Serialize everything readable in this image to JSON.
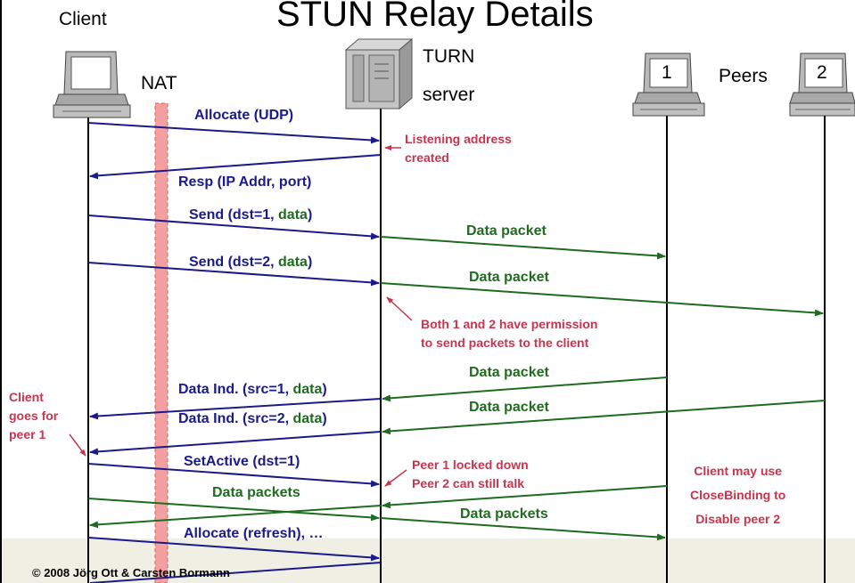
{
  "title": "STUN Relay Details",
  "labels": {
    "client": "Client",
    "nat": "NAT",
    "turn_line1": "TURN",
    "turn_line2": "server",
    "peers": "Peers",
    "peer1": "1",
    "peer2": "2"
  },
  "messages": {
    "allocate_udp": "Allocate (UDP)",
    "resp": "Resp (IP Addr, port)",
    "send1_prefix": "Send (dst=1, ",
    "send1_data": "data",
    "send1_suffix": ")",
    "send2_prefix": "Send (dst=2, ",
    "send2_data": "data",
    "send2_suffix": ")",
    "data_packet_1": "Data packet",
    "data_packet_2": "Data packet",
    "data_packet_3": "Data packet",
    "data_packet_4": "Data packet",
    "dataind1_prefix": "Data Ind. (src=1, ",
    "dataind1_data": "data",
    "dataind1_suffix": ")",
    "dataind2_prefix": "Data Ind. (src=2, ",
    "dataind2_data": "data",
    "dataind2_suffix": ")",
    "setactive": "SetActive (dst=1)",
    "data_packets_left": "Data packets",
    "data_packets_right": "Data packets",
    "allocate_refresh": "Allocate (refresh), …"
  },
  "notes": {
    "listening_line1": "Listening address",
    "listening_line2": "created",
    "permission_line1": "Both 1 and 2 have permission",
    "permission_line2": "to send packets to the client",
    "client_goes_line1": "Client",
    "client_goes_line2": "goes for",
    "client_goes_line3": "peer 1",
    "locked_line1": "Peer 1 locked down",
    "locked_line2": "Peer 2 can still talk",
    "closebinding_line1": "Client may use",
    "closebinding_line2": "CloseBinding to",
    "closebinding_line3": "Disable peer 2"
  },
  "footer": {
    "copyright": "© 2008 Jörg Ott & Carsten Bormann"
  },
  "colors": {
    "client_msg": "#1a1a8c",
    "peer_msg": "#1f6b1f",
    "annotation": "#c8354e",
    "nat_bar": "#f4a0a0"
  }
}
